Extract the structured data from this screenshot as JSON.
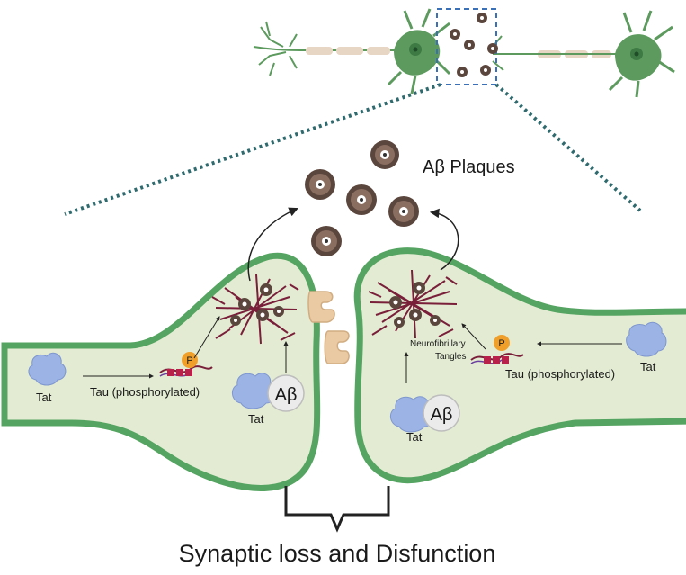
{
  "labels": {
    "plaques": "Aβ Plaques",
    "tat_left_1": "Tat",
    "tat_left_2": "Tat",
    "tat_right_1": "Tat",
    "tat_right_2": "Tat",
    "tau_left": "Tau (phosphorylated)",
    "tau_right": "Tau (phosphorylated)",
    "abeta_left": "Aβ",
    "abeta_right": "Aβ",
    "p_left": "P",
    "p_right": "P",
    "nft_line1": "Neurofibrillary",
    "nft_line2": "Tangles",
    "bottom": "Synaptic loss and Disfunction"
  },
  "colors": {
    "membrane": "#55a461",
    "cytoplasm": "#e3ecd3",
    "neuron": "#5c9a5e",
    "tangle": "#7a1f3a",
    "plaque": "#5b463d",
    "tat": "#9cb3e6",
    "phospho": "#f0a02a",
    "receptor": "#e9caa3",
    "zoom_box": "#3b6fb6",
    "dotted": "#2e6a6e"
  },
  "icons": {
    "neuron": "neuron-icon",
    "plaque": "amyloid-plaque-icon",
    "tat": "tat-protein-icon",
    "tangle": "neurofibrillary-tangle-icon"
  }
}
